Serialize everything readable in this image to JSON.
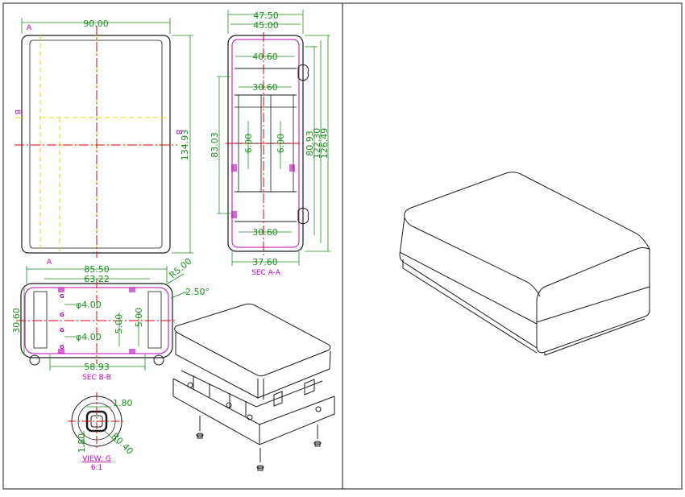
{
  "top_view": {
    "width_dim": "90.00",
    "height_dim": "134.93",
    "section_mark_a": "A",
    "section_mark_b": "B"
  },
  "section_a": {
    "dims_top": [
      "47.50",
      "45.00",
      "40.60",
      "30.60"
    ],
    "dims_bottom": [
      "30.60",
      "37.60"
    ],
    "dims_left": "83.03",
    "dims_inner": [
      "6.00",
      "6.00"
    ],
    "dims_right": [
      "80.93",
      "122.30",
      "126.49"
    ],
    "caption": "SEC A-A"
  },
  "section_b": {
    "dims_top": [
      "85.50",
      "63.22"
    ],
    "radius": "R5.00",
    "angle": "2.50°",
    "left": "30.60",
    "holes": [
      "φ4.00",
      "φ4.00"
    ],
    "inner": [
      "5.00",
      "5.00"
    ],
    "bottom": "58.93",
    "g_marks": [
      "G",
      "G",
      "G",
      "G"
    ],
    "caption": "SEC B-B"
  },
  "view_g": {
    "d1": "1.80",
    "d2": "1.80",
    "r": "R0.40",
    "caption": "VIEW: G",
    "scale": "6:1"
  },
  "colors": {
    "outline": "#1a1a1a",
    "dimension": "#1a8f1a",
    "centerline": "#e00000",
    "hidden": "#e6d800",
    "label": "#c000c0"
  }
}
